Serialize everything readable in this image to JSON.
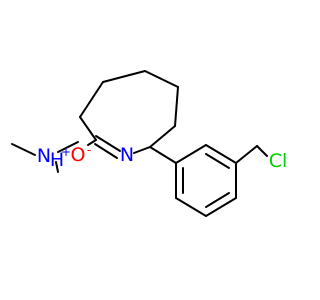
{
  "colors": {
    "bond": "#000000",
    "carbon": "#000000",
    "nitrogen": "#0000ff",
    "oxygen": "#ff0000",
    "chlorine": "#00cc00"
  },
  "atoms": {
    "amine_n": "N",
    "amine_h": "H",
    "amine_charge": "+",
    "ring_n": "N",
    "oxygen": "O",
    "oxygen_charge": "-",
    "chlorine": "Cl"
  }
}
